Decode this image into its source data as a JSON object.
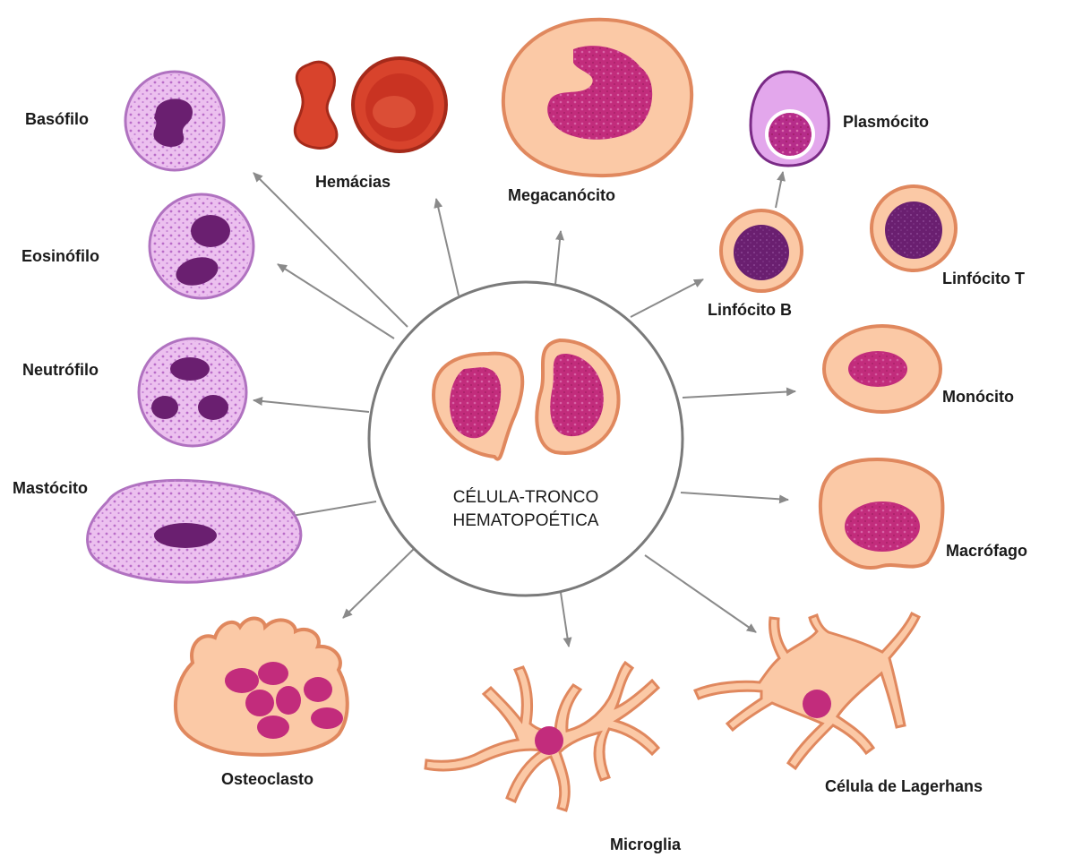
{
  "center": {
    "line1": "CÉLULA-TRONCO",
    "line2": "HEMATOPOÉTICA"
  },
  "labels": {
    "basofilo": "Basófilo",
    "hemacias": "Hemácias",
    "megacariocito": "Megacanócito",
    "plasmocito": "Plasmócito",
    "eosinofilo": "Eosinófilo",
    "linfocito_b": "Linfócito B",
    "linfocito_t": "Linfócito T",
    "neutrofilo": "Neutrófilo",
    "monocito": "Monócito",
    "mastocito": "Mastócito",
    "macrofago": "Macrófago",
    "osteoclasto": "Osteoclasto",
    "microglia": "Microglia",
    "celula_langerhans": "Célula de Lagerhans"
  },
  "colors": {
    "granulocyte_fill": "#e8b4ea",
    "granulocyte_outline": "#b072c0",
    "dark_nucleus": "#6a1f70",
    "red_cell": "#d8432c",
    "red_cell_dark": "#a52a1a",
    "peach_cytoplasm": "#fbc9a6",
    "peach_outline": "#e0885e",
    "magenta_nucleus": "#c22c7c",
    "arrow_gray": "#8a8a8a",
    "center_circle": "#7a7a7a"
  }
}
